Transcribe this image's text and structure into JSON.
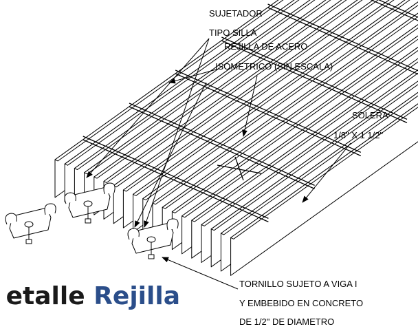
{
  "labels": {
    "fastener_line1": "SUJETADOR",
    "fastener_line2": "TIPO SILLA",
    "grating_line1": "REJILLA DE ACERO",
    "grating_line2": "ISOMETRICO (SIN ESCALA)",
    "bar_line1": "SOLERA",
    "bar_line2": "1/8\" X 1 1/2\"",
    "bolt_line1": "TORNILLO SUJETO A VIGA I",
    "bolt_line2": "Y EMBEBIDO EN CONCRETO",
    "bolt_line3": "DE 1/2\" DE DIAMETRO"
  },
  "title": {
    "word1": "etalle",
    "word2": "Rejilla"
  },
  "colors": {
    "ink": "#000000",
    "title_dark": "#1a1a1a",
    "title_accent": "#2b4e8a"
  }
}
